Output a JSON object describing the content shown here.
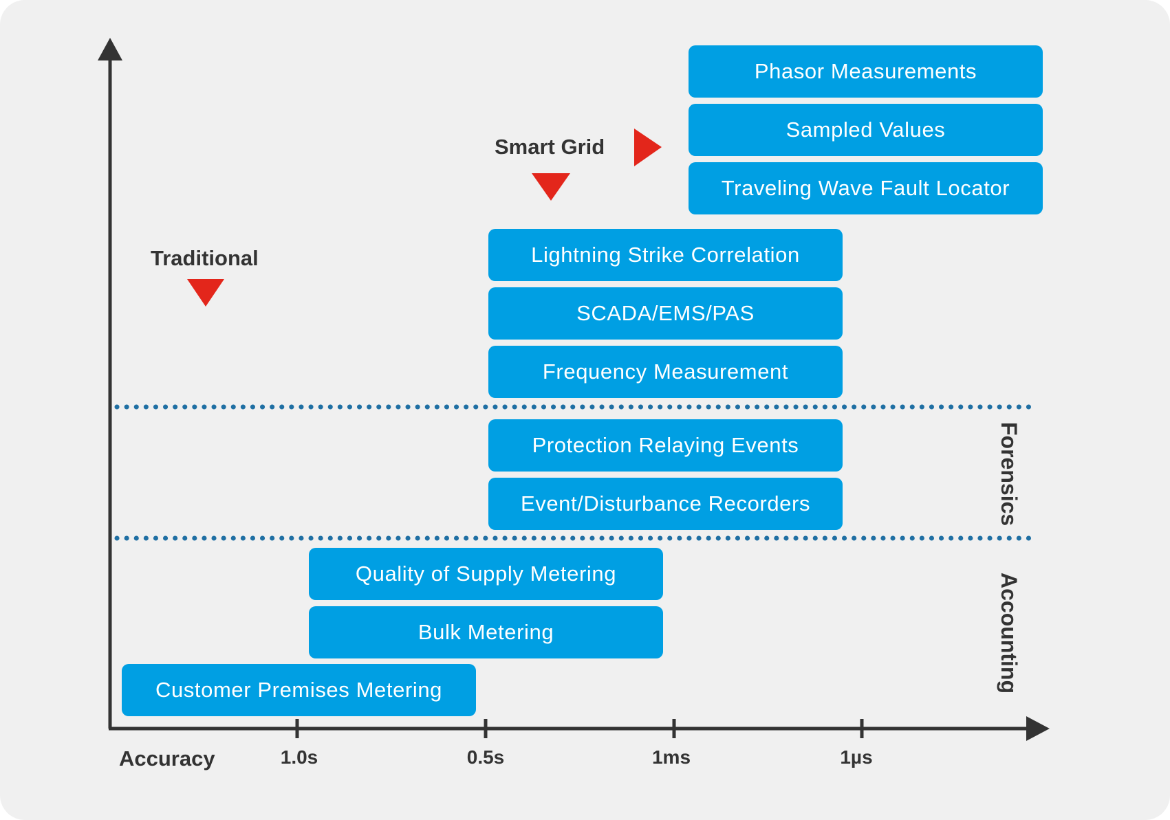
{
  "axis": {
    "x_label": "Accuracy",
    "ticks": [
      "1.0s",
      "0.5s",
      "1ms",
      "1µs"
    ]
  },
  "eras": {
    "traditional": "Traditional",
    "smart_grid": "Smart Grid"
  },
  "sections": {
    "forensics": "Forensics",
    "accounting": "Accounting"
  },
  "applications": [
    "Phasor Measurements",
    "Sampled Values",
    "Traveling Wave Fault Locator",
    "Lightning Strike Correlation",
    "SCADA/EMS/PAS",
    "Frequency Measurement",
    "Protection Relaying Events",
    "Event/Disturbance Recorders",
    "Quality of Supply Metering",
    "Bulk Metering",
    "Customer Premises Metering"
  ],
  "colors": {
    "box": "#009fe3",
    "marker": "#e3261b",
    "axis": "#333333",
    "divider": "#1f6fa3",
    "background": "#f0f0f0"
  }
}
